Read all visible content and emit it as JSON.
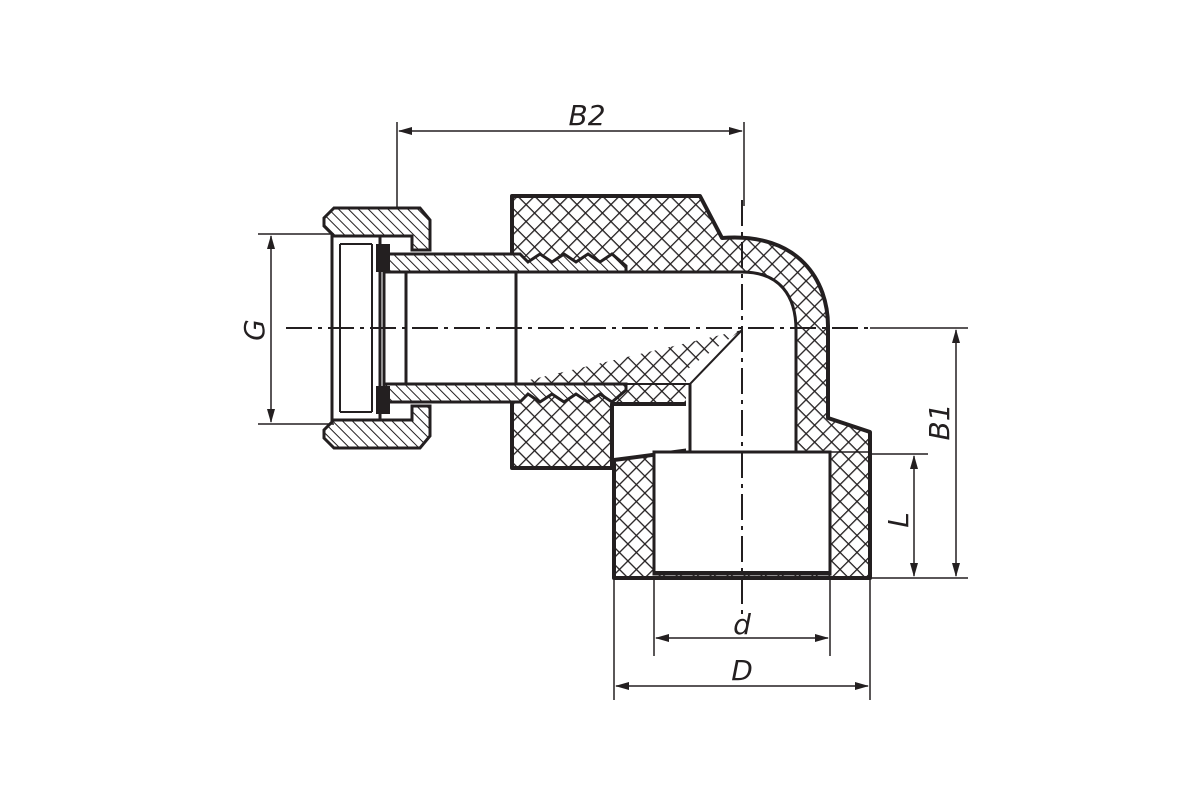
{
  "labels": {
    "b2": "B2",
    "g": "G",
    "b1": "B1",
    "l": "L",
    "d_small": "d",
    "d_large": "D"
  },
  "colors": {
    "ink": "#231f20",
    "background": "#ffffff"
  }
}
